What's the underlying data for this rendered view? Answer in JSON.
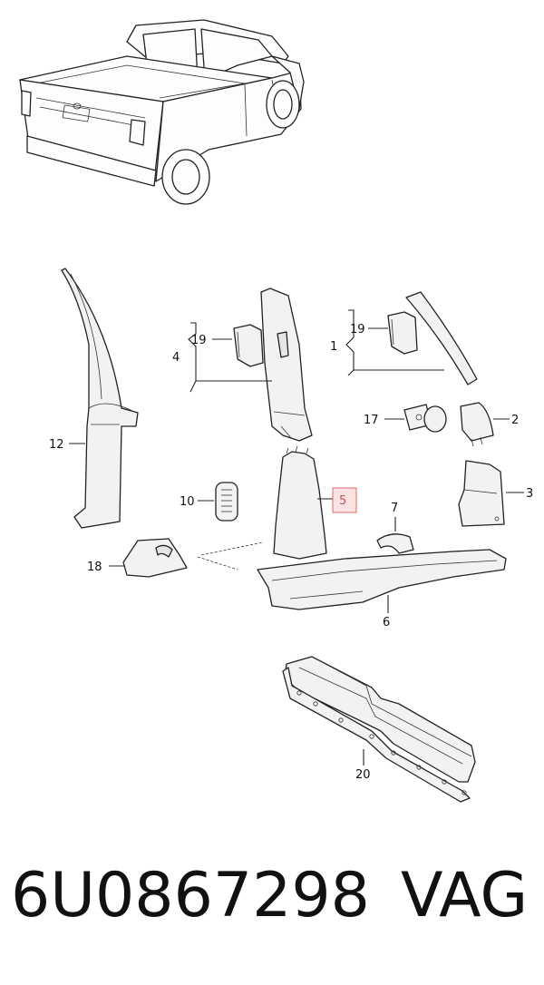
{
  "callouts": {
    "c1": "1",
    "c2": "2",
    "c3": "3",
    "c4": "4",
    "c5": "5",
    "c6": "6",
    "c7": "7",
    "c10": "10",
    "c12": "12",
    "c17": "17",
    "c18": "18",
    "c19a": "19",
    "c19b": "19",
    "c20": "20"
  },
  "footer": {
    "part_number": "6U0867298",
    "brand": "VAG"
  },
  "colors": {
    "highlight": "#e06a6a",
    "highlight_fill": "#fbe3e3"
  }
}
